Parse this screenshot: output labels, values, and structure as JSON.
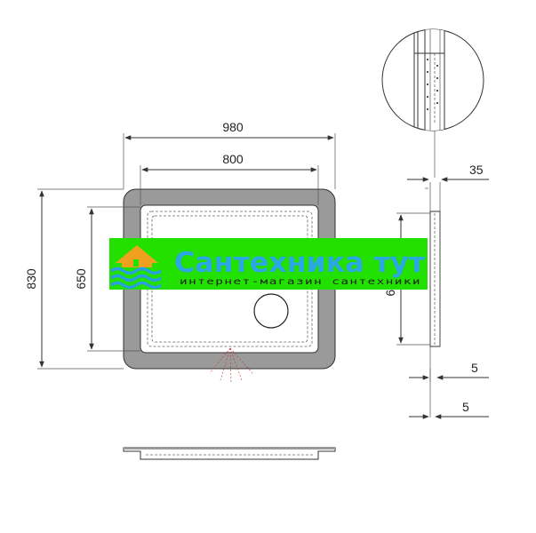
{
  "dimensions": {
    "overall_width": "980",
    "inner_width": "800",
    "overall_height": "830",
    "inner_height": "650",
    "side_height": "620",
    "depth": "35",
    "offset_a": "5",
    "offset_b": "5"
  },
  "watermark": {
    "title": "Сантехника тут",
    "subtitle": "интернет-магазин сантехники"
  },
  "colors": {
    "frame_gray": "#9a9a9a",
    "green_band": "#22e000",
    "brand_blue": "#2ba7e6",
    "brand_dark": "#1c1c1c",
    "logo_orange": "#f0a020",
    "logo_wave": "#2a9fe0"
  }
}
